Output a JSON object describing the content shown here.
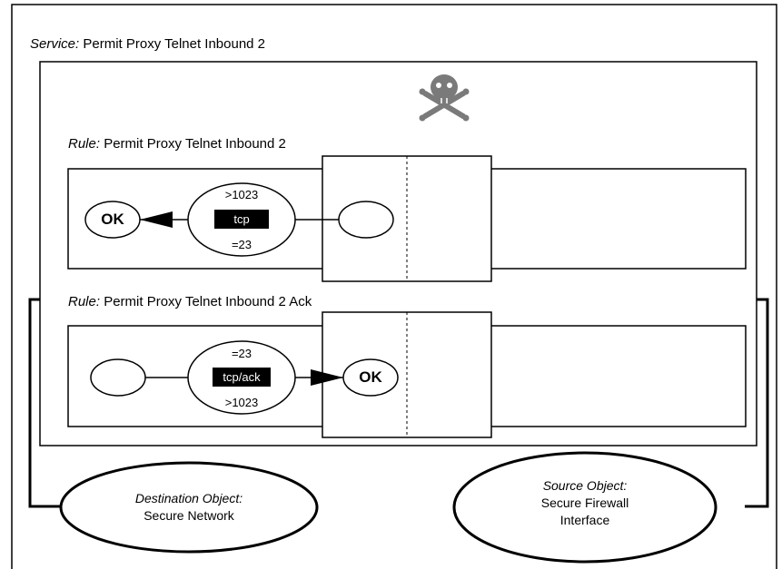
{
  "service": {
    "prefix": "Service:",
    "name": "Permit Proxy Telnet Inbound 2"
  },
  "rules": [
    {
      "prefix": "Rule:",
      "name": "Permit Proxy Telnet Inbound 2",
      "port_top": ">1023",
      "protocol": "tcp",
      "port_bottom": "=23",
      "ok_label": "OK"
    },
    {
      "prefix": "Rule:",
      "name": "Permit Proxy Telnet Inbound 2 Ack",
      "port_top": "=23",
      "protocol": "tcp/ack",
      "port_bottom": ">1023",
      "ok_label": "OK"
    }
  ],
  "objects": {
    "destination": {
      "title": "Destination Object:",
      "name": "Secure Network"
    },
    "source": {
      "title": "Source Object:",
      "name_line1": "Secure Firewall",
      "name_line2": "Interface"
    }
  },
  "icons": {
    "service": "skull-crossbones-icon"
  }
}
